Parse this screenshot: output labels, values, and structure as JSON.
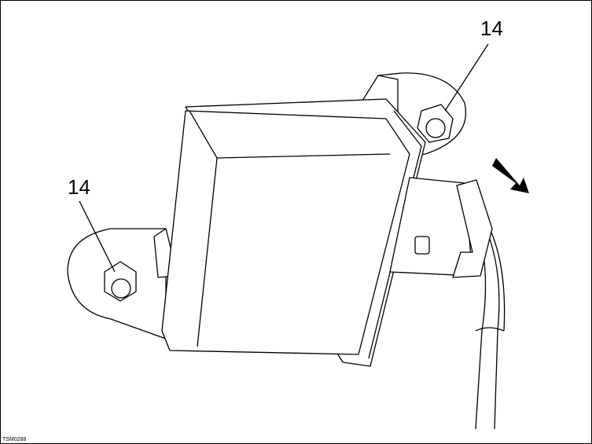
{
  "callouts": [
    "14",
    "14"
  ],
  "figure_ref": "TSM0288"
}
